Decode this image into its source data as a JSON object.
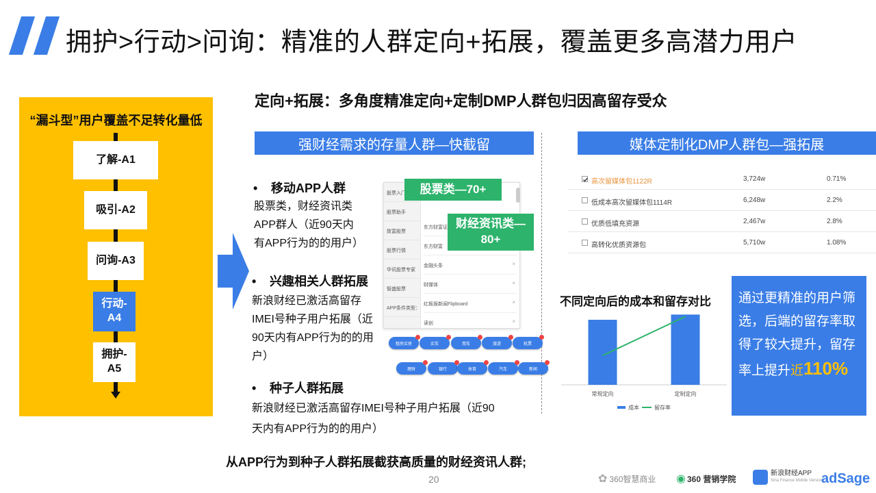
{
  "header": {
    "title": "拥护>行动>问询：精准的人群定向+拓展，覆盖更多高潜力用户"
  },
  "funnel": {
    "title": "“漏斗型”用户覆盖不足转化量低",
    "stages": [
      "了解-A1",
      "吸引-A2",
      "问询-A3",
      "行动-A4",
      "拥护-A5"
    ]
  },
  "subheading": "定向+拓展：多角度精准定向+定制DMP人群包归因高留存受众",
  "banners": {
    "left": "强财经需求的存量人群—快截留",
    "right": "媒体定制化DMP人群包—强拓展"
  },
  "bullets": [
    {
      "title": "移动APP人群",
      "lines": [
        "股票类，财经资讯类",
        "APP群人（近90天内",
        "有APP行为的的用户）"
      ]
    },
    {
      "title": "兴趣相关人群拓展",
      "lines": [
        "新浪财经已激活高留存",
        "IMEI号种子用户拓展（近",
        "90天内有APP行为的的用",
        "户）"
      ]
    },
    {
      "title": "种子人群拓展",
      "lines": [
        "新浪财经已激活高留存IMEI号种子用户拓展（近90",
        "天内有APP行为的的用户）"
      ]
    }
  ],
  "applist": {
    "left_items": [
      "股票入门",
      "股票助手",
      "致富股票",
      "股票行情",
      "华讯股票专家",
      "智盛股票",
      "APP条件类型："
    ],
    "right_items": [
      "东方财富证券",
      "东方财富",
      "金融头条",
      "财媒体",
      "红板报新闻Flipboard",
      "读创"
    ]
  },
  "tags": {
    "stocks": "股票类—70+",
    "finance": "财经资讯类—80+"
  },
  "pills_row1": [
    "租房买房",
    "买车",
    "用车",
    "旅游",
    "机票"
  ],
  "pills_row2": [
    "理财",
    "银行",
    "体育",
    "汽车",
    "新闻"
  ],
  "dmp_table": [
    {
      "name": "高次留媒体包1122R",
      "count": "3,724w",
      "rate": "0.71%",
      "checked": true
    },
    {
      "name": "低成本高次留媒体包1114R",
      "count": "6,248w",
      "rate": "2.2%",
      "checked": false
    },
    {
      "name": "优质低填充资源",
      "count": "2,467w",
      "rate": "2.8%",
      "checked": false
    },
    {
      "name": "高转化优质资源包",
      "count": "5,710w",
      "rate": "1.08%",
      "checked": false
    }
  ],
  "chart_data": {
    "type": "bar",
    "title": "不同定向后的成本和留存对比",
    "categories": [
      "常规定向",
      "定制定向"
    ],
    "series": [
      {
        "name": "成本",
        "kind": "bar",
        "values": [
          100,
          108
        ]
      },
      {
        "name": "留存率",
        "kind": "line",
        "values": [
          45,
          105
        ]
      }
    ],
    "ylim": [
      0,
      120
    ],
    "legend": "bottom",
    "colors": {
      "bar": "#3a7de6",
      "line": "#2db36b"
    }
  },
  "callout": {
    "text": "通过更精准的用户筛选，后端的留存率取得了较大提升，留存率上提升",
    "prefix": "近",
    "highlight": "110%"
  },
  "footer": {
    "text": "从APP行为到种子人群拓展截获高质量的财经资讯人群;",
    "page": "20"
  },
  "logos": [
    "360智慧商业",
    "360 营销学院",
    "新浪财经APP",
    "Sina Finance Mobile Version",
    "adSage"
  ]
}
